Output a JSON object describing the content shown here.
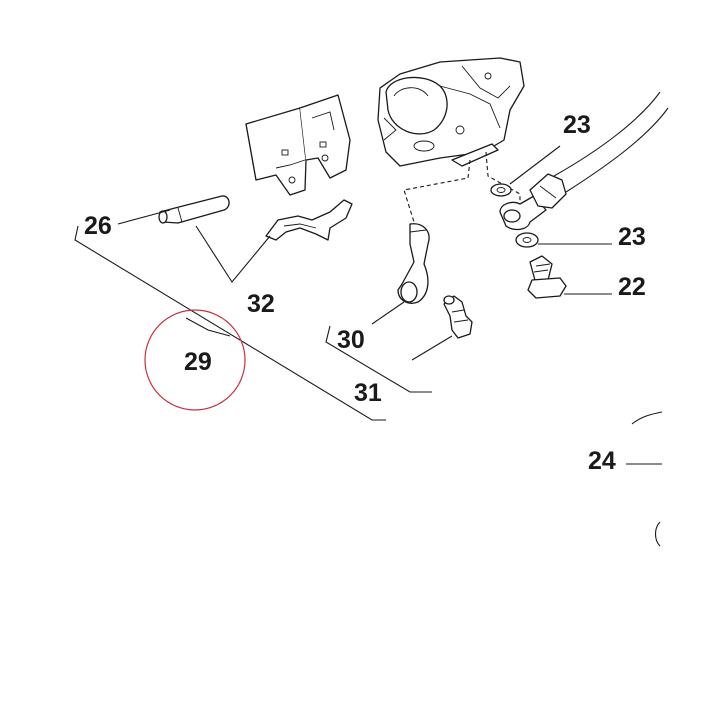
{
  "labels": {
    "p22": "22",
    "p23a": "23",
    "p23b": "23",
    "p24": "24",
    "p26": "26",
    "p29": "29",
    "p30": "30",
    "p31": "31",
    "p32": "32"
  },
  "colors": {
    "ink": "#1a1a1a",
    "highlight_circle": "#c8323c"
  }
}
